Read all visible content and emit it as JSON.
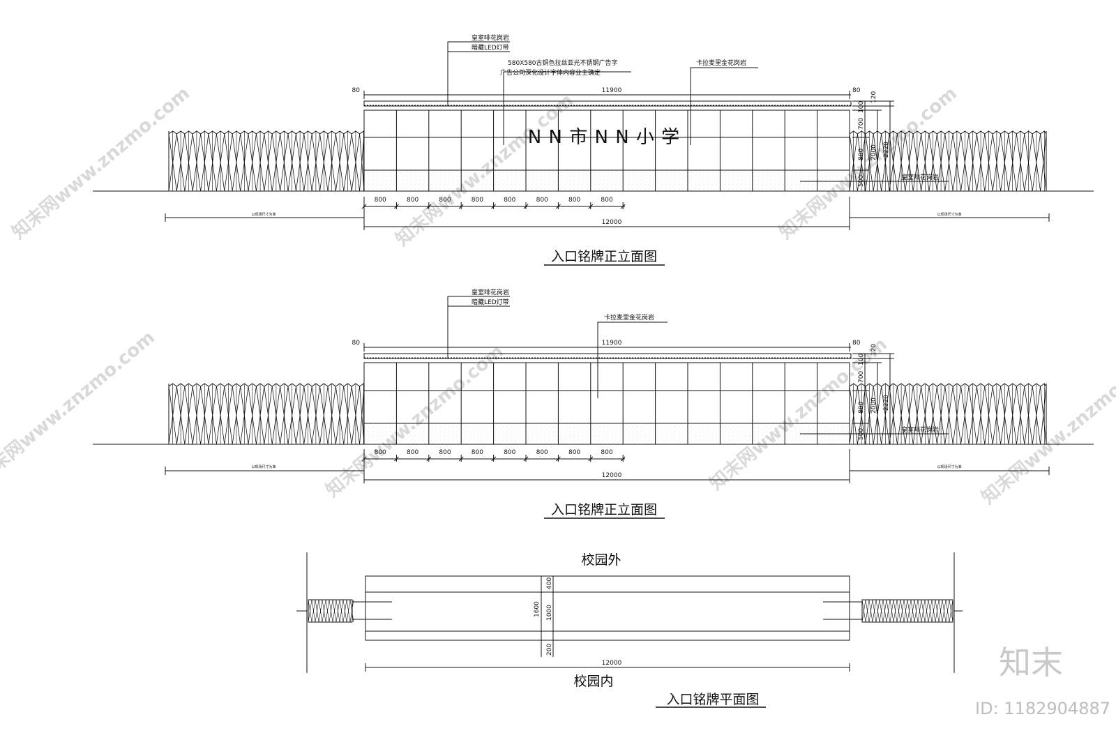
{
  "elevation_1": {
    "title": "入口铭牌正立面图",
    "label_granite_top": "皇室啡花岗岩",
    "label_led": "暗藏LED灯带",
    "label_letters": "580X580古铜色拉丝亚光不锈钢广告字",
    "label_letters_note": "广告公司深化设计字体内容业主确定",
    "label_face_granite": "卡拉麦里金花岗岩",
    "label_base_granite": "皇室啡花岗岩",
    "sign_text": "N N 市 N N 小 学",
    "dim_left_80": "80",
    "dim_right_80": "80",
    "dim_11900": "11900",
    "dim_12000": "12000",
    "dim_module": "800",
    "dim_120": "120",
    "dim_100": "100",
    "dim_700": "700",
    "dim_800": "800",
    "dim_500": "500",
    "dim_2000": "2000",
    "dim_2220": "2220",
    "fence_note": "以现场尺寸为准"
  },
  "elevation_2": {
    "title": "入口铭牌正立面图",
    "label_granite_top": "皇室啡花岗岩",
    "label_led": "暗藏LED灯带",
    "label_face_granite": "卡拉麦里金花岗岩",
    "label_base_granite": "皇室啡花岗岩",
    "dim_left_80": "80",
    "dim_right_80": "80",
    "dim_11900": "11900",
    "dim_12000": "12000",
    "dim_module": "800",
    "dim_120": "120",
    "dim_100": "100",
    "dim_700": "700",
    "dim_800": "800",
    "dim_500": "500",
    "dim_2000": "2000",
    "dim_2220": "2220",
    "fence_note": "以现场尺寸为准"
  },
  "plan": {
    "label_outside": "校园外",
    "label_inside": "校园内",
    "title": "入口铭牌平面图",
    "dim_400": "400",
    "dim_1000": "1000",
    "dim_1600": "1600",
    "dim_200": "200",
    "dim_12000": "12000"
  },
  "watermark": {
    "text": "知末网www.znzmo.com",
    "logo": "知末",
    "id": "ID: 1182904887"
  }
}
